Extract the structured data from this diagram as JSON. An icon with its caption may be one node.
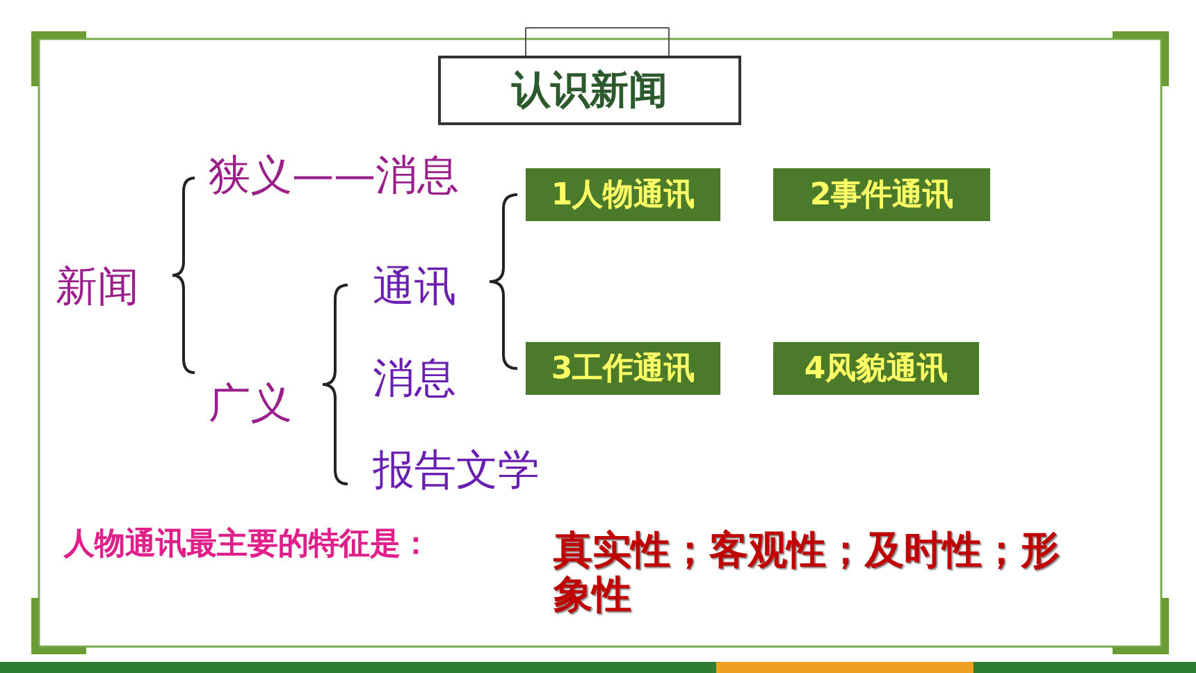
{
  "diagram": {
    "nodes": [
      {
        "text": [
          "认识新闻"
        ]
      },
      {
        "text": [
          "1人物通讯"
        ]
      },
      {
        "text": [
          "2事件通讯"
        ]
      },
      {
        "text": [
          "3工作通讯"
        ]
      },
      {
        "text": [
          "4风貌通讯"
        ]
      }
    ],
    "labels": [
      "狭义——消息",
      "新闻",
      "通讯",
      "广义",
      "消息",
      "报告文学",
      "人物通讯最主要的特征是：",
      "真实性；客观性；及时性；形象性"
    ]
  }
}
